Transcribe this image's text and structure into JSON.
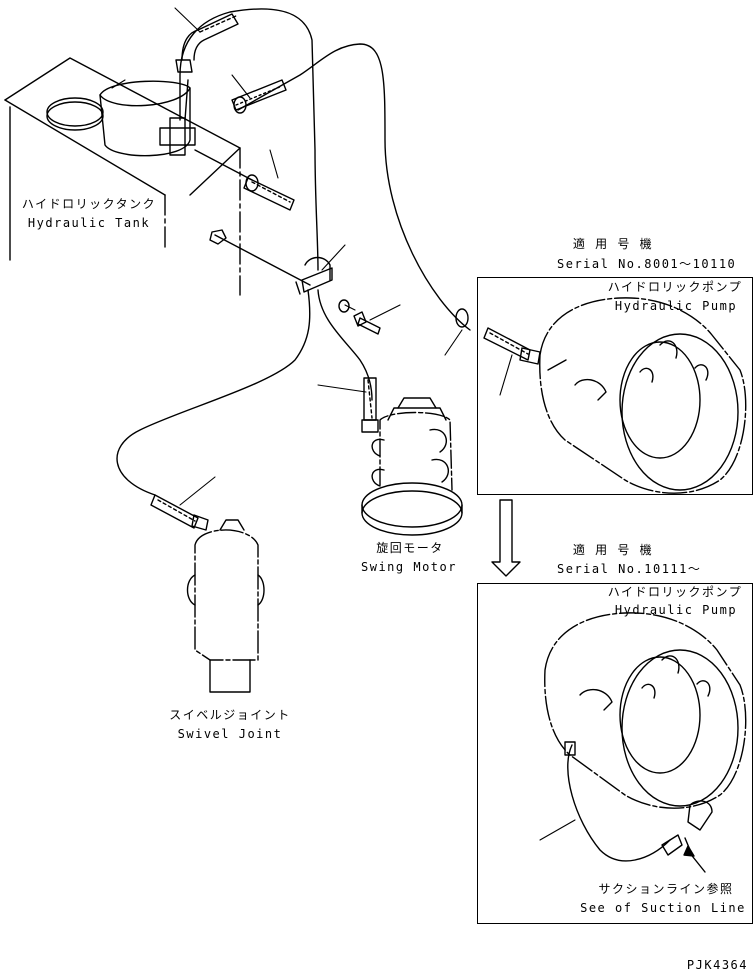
{
  "labels": {
    "tank_jp": "ハイドロリックタンク",
    "tank_en": "Hydraulic Tank",
    "serial1_jp": "適 用 号 機",
    "serial1_en": "Serial No.8001～10110",
    "pump1_jp": "ハイドロリックポンプ",
    "pump1_en": "Hydraulic Pump",
    "swing_jp": "旋回モータ",
    "swing_en": "Swing Motor",
    "swivel_jp": "スイベルジョイント",
    "swivel_en": "Swivel Joint",
    "serial2_jp": "適 用 号 機",
    "serial2_en": "Serial No.10111～",
    "pump2_jp": "ハイドロリックポンプ",
    "pump2_en": "Hydraulic Pump",
    "suction_jp": "サクションライン参照",
    "suction_en": "See of Suction Line",
    "drawing_code": "PJK4364"
  }
}
